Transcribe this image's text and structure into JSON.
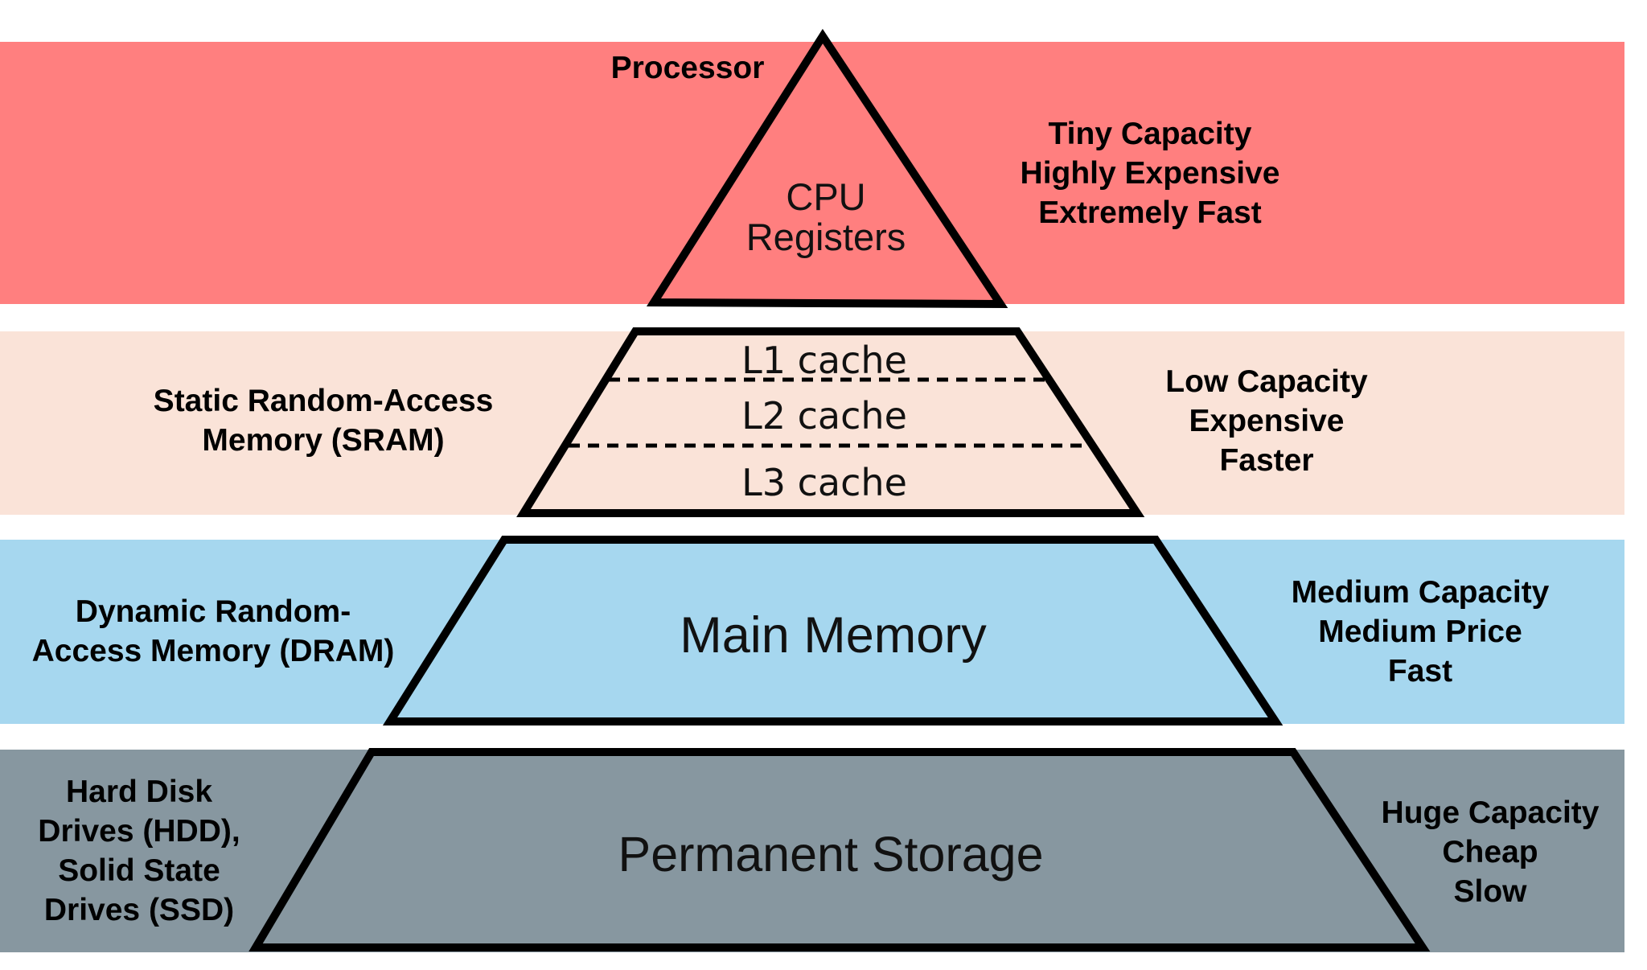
{
  "colors": {
    "processor_band": "#ff7f7f",
    "sram_band": "#fae3d8",
    "dram_band": "#a6d7ef",
    "storage_band": "#8797a0",
    "outline": "#000000"
  },
  "processor": {
    "title": "Processor",
    "tier_lines": [
      "CPU",
      "Registers"
    ],
    "traits": [
      "Tiny Capacity",
      "Highly Expensive",
      "Extremely Fast"
    ]
  },
  "sram": {
    "description": [
      "Static Random-Access",
      "Memory (SRAM)"
    ],
    "caches": [
      "L1 cache",
      "L2 cache",
      "L3 cache"
    ],
    "traits": [
      "Low Capacity",
      "Expensive",
      "Faster"
    ]
  },
  "dram": {
    "description": [
      "Dynamic Random-",
      "Access Memory (DRAM)"
    ],
    "tier_label": "Main Memory",
    "traits": [
      "Medium Capacity",
      "Medium Price",
      "Fast"
    ]
  },
  "storage": {
    "description": [
      "Hard Disk",
      "Drives (HDD),",
      "Solid State",
      "Drives (SSD)"
    ],
    "tier_label": "Permanent Storage",
    "traits": [
      "Huge Capacity",
      "Cheap",
      "Slow"
    ]
  }
}
